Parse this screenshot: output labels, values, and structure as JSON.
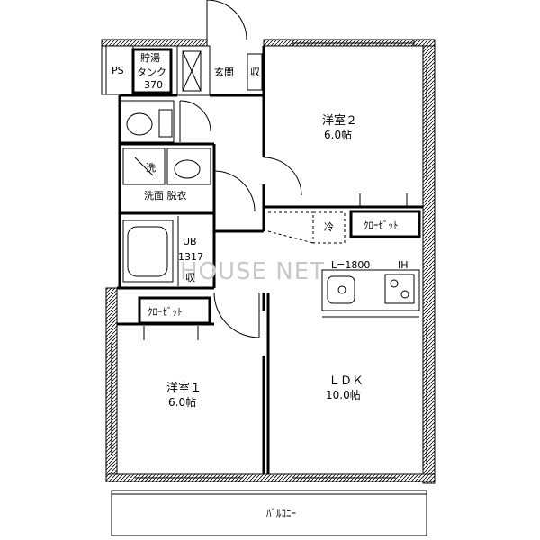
{
  "rooms": {
    "ps": "PS",
    "water_heater_line1": "貯湯",
    "water_heater_line2": "タンク",
    "water_heater_line3": "370",
    "entrance": "玄関",
    "shoe_box": "収",
    "western2_name": "洋室２",
    "western2_size": "6.0帖",
    "western1_name": "洋室１",
    "western1_size": "6.0帖",
    "ldk_name": "ＬＤＫ",
    "ldk_size": "10.0帖",
    "closet_right": "ｸﾛｰｾﾞｯﾄ",
    "closet_left": "ｸﾛｰｾﾞｯﾄ",
    "fridge": "冷",
    "washroom": "洗面 脱衣",
    "washer": "洗",
    "bath_line1": "UB",
    "bath_line2": "1317",
    "storage_small": "収",
    "kitchen_length": "L=1800",
    "ih": "IH",
    "balcony": "ﾊﾞﾙｺﾆｰ"
  },
  "watermark": "HOUSE NET"
}
